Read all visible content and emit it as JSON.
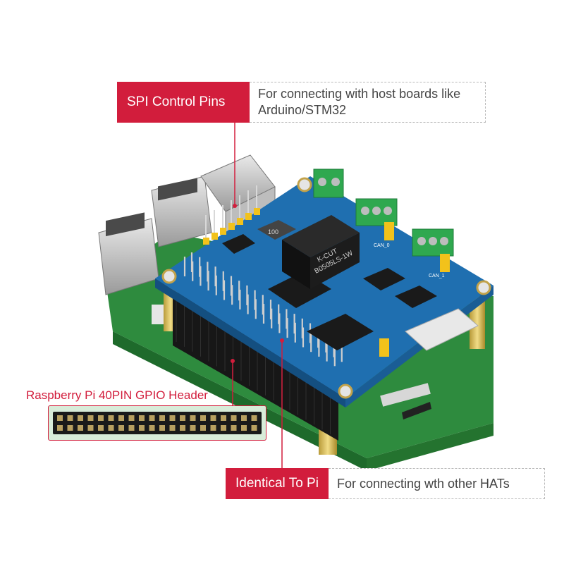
{
  "callouts": {
    "spi": {
      "tag": "SPI Control Pins",
      "description": "For connecting with host boards like Arduino/STM32"
    },
    "identical": {
      "tag": "Identical To Pi",
      "description": "For connecting wth other HATs"
    },
    "gpio": {
      "label": "Raspberry Pi 40PIN GPIO Header"
    }
  },
  "board_markings": {
    "module_line1": "K-CUT",
    "module_line2": "B0505LS-1W",
    "inductor": "100",
    "can0": "CAN_0",
    "can1": "CAN_1"
  },
  "colors": {
    "accent": "#d21d3c",
    "hat_pcb": "#1f6fb0",
    "pi_pcb": "#2e8b3e",
    "terminal": "#2fa84f",
    "jumper": "#f2c21b"
  }
}
